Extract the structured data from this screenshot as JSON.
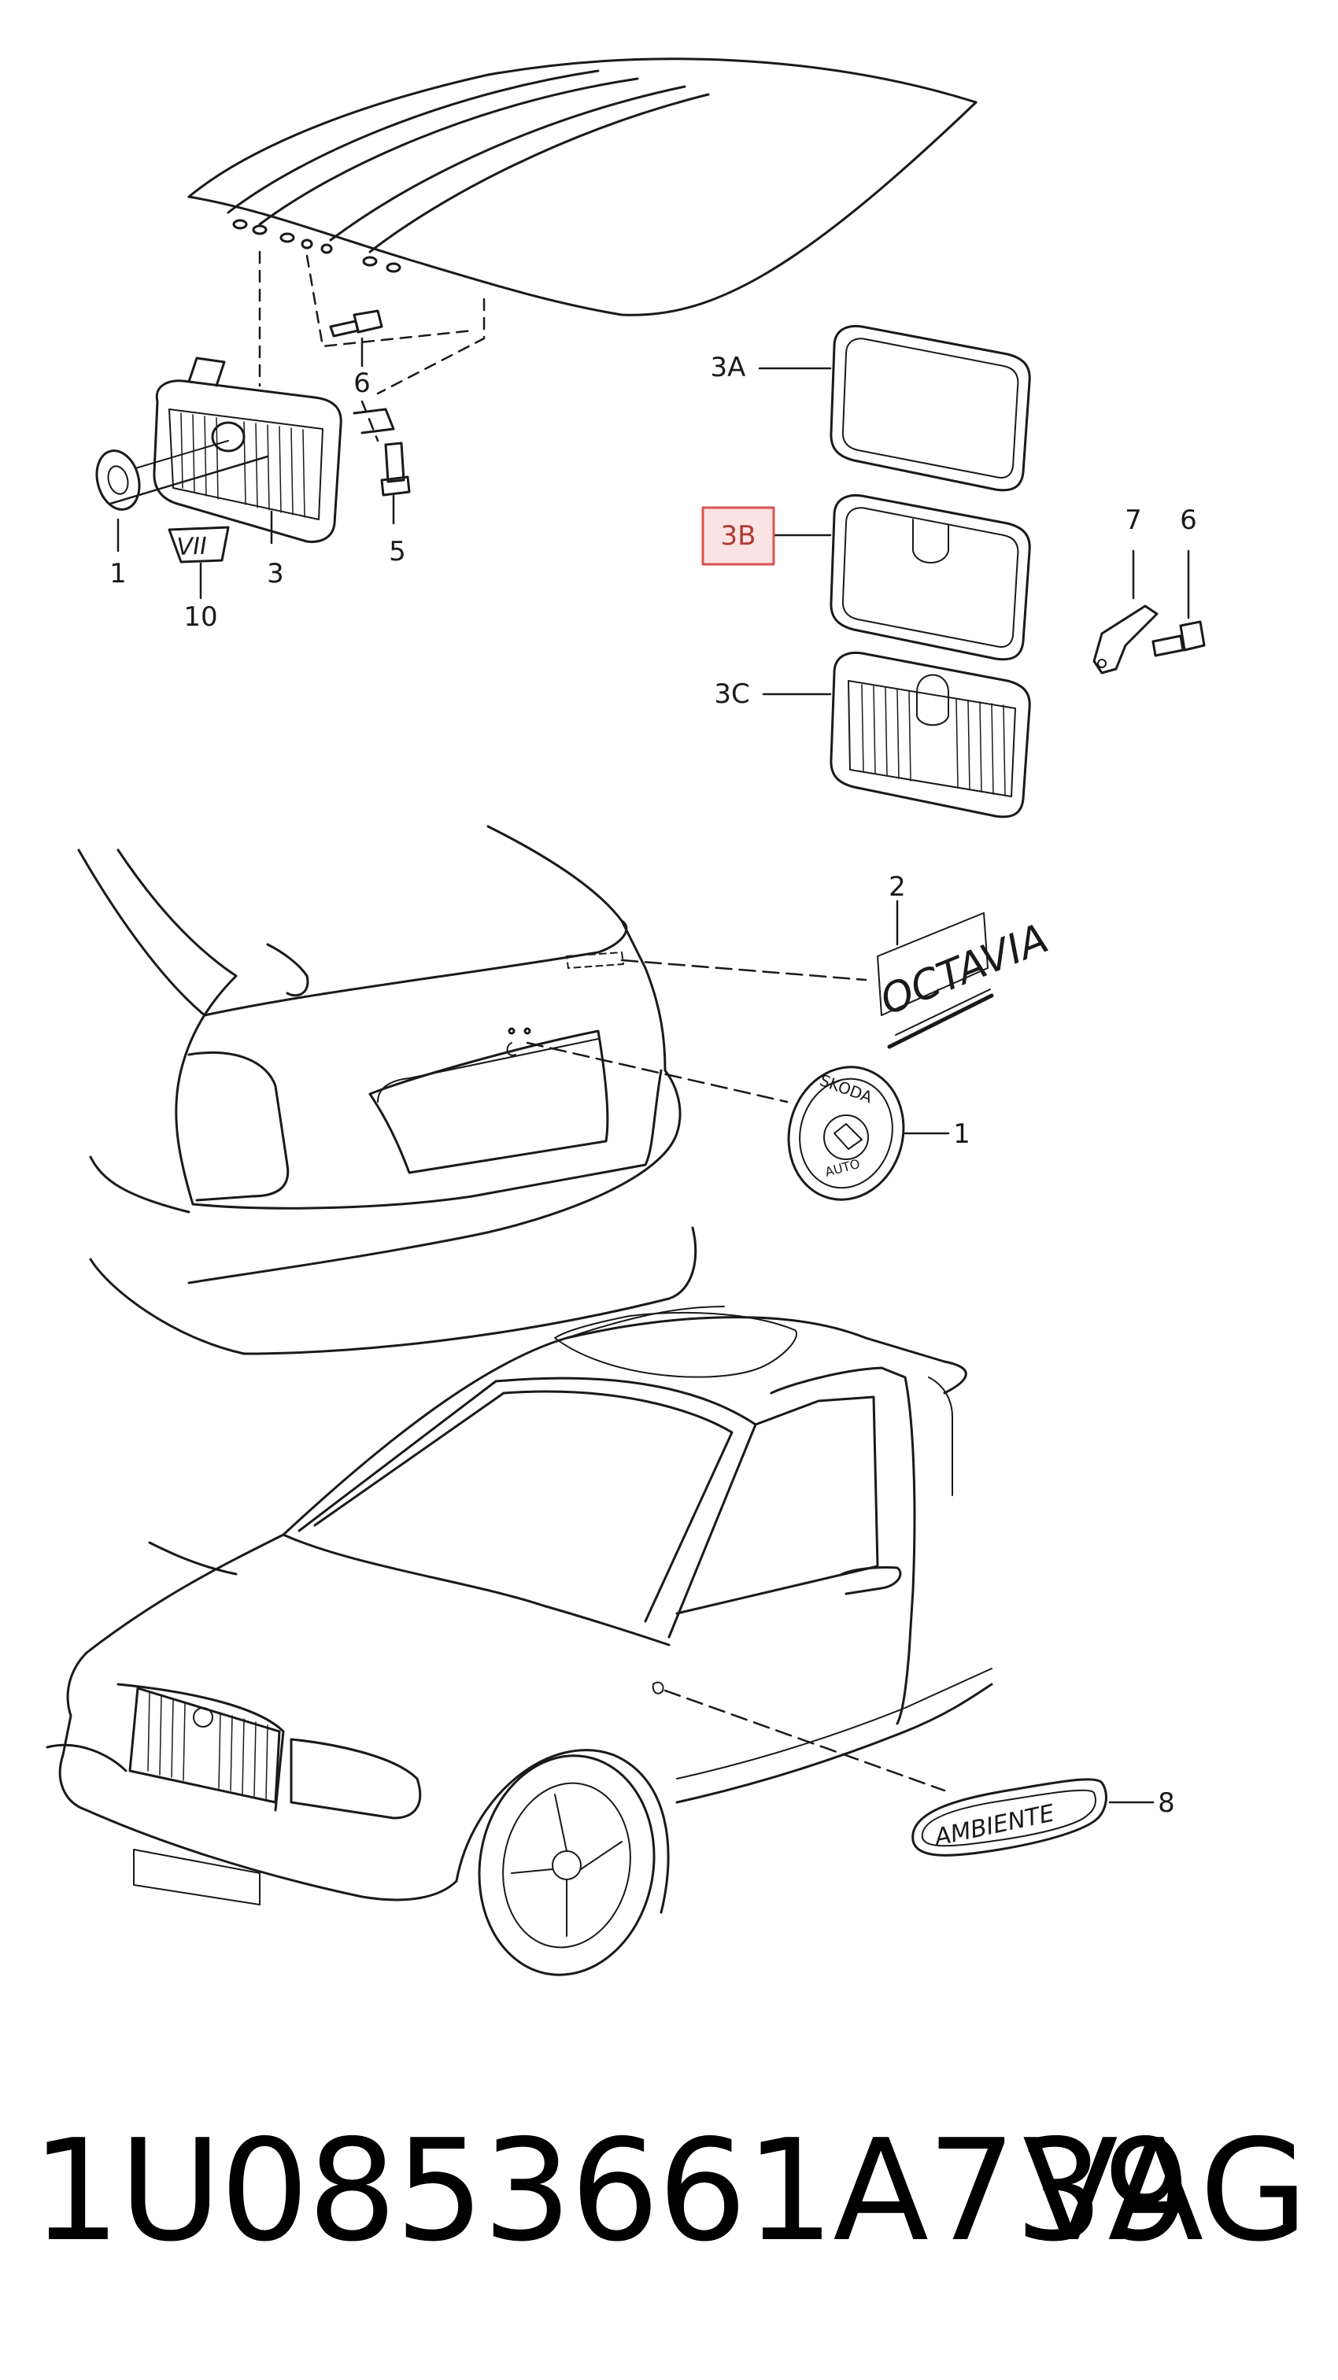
{
  "colors": {
    "line": "#1a1a1a",
    "highlight_border": "#d9534f",
    "highlight_fill": "#fbe3e3"
  },
  "callouts": {
    "hood_bolt": "6",
    "grille_emblem": "1",
    "grille": "3",
    "grille_bolt": "5",
    "badge_vii": "10",
    "frame_3a": "3A",
    "frame_3b": "3B",
    "grille_3c": "3C",
    "bracket": "7",
    "bracket_bolt": "6",
    "octavia_badge": "2",
    "rear_emblem": "1",
    "ambiente_badge": "8"
  },
  "badges": {
    "octavia": "OCTAVIA",
    "ambiente": "AMBIENTE",
    "emblem_top": "SKODA",
    "emblem_bottom": "AUTO",
    "vii": "VII"
  },
  "footer": {
    "part_number": "1U0853661A739",
    "brand": "VAG"
  }
}
